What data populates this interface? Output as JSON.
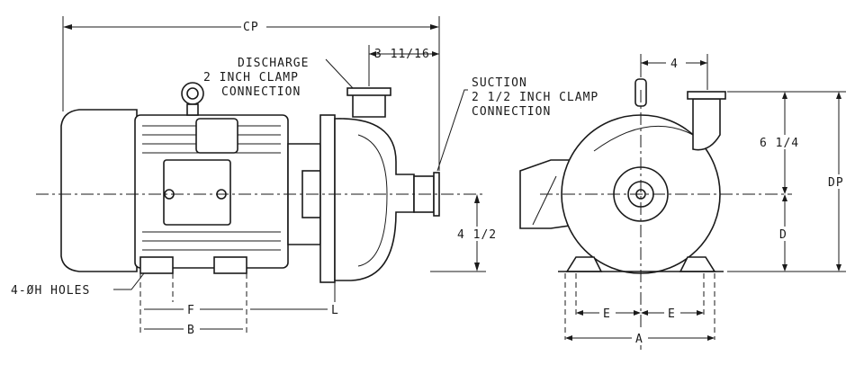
{
  "labels": {
    "cp": "CP",
    "discharge_line1": "DISCHARGE",
    "discharge_line2": "2 INCH CLAMP",
    "discharge_line3": "CONNECTION",
    "dim_3_11_16": "3 11/16",
    "suction_line1": "SUCTION",
    "suction_line2": "2 1/2 INCH CLAMP",
    "suction_line3": "CONNECTION",
    "dim_4_top": "4",
    "dim_6_1_4": "6 1/4",
    "dp": "DP",
    "dim_4_1_2": "4 1/2",
    "d": "D",
    "holes": "4-ØH HOLES",
    "f": "F",
    "b": "B",
    "l": "L",
    "e_left": "E",
    "e_right": "E",
    "a": "A"
  },
  "colors": {
    "line": "#1a1a1a",
    "background": "#ffffff"
  }
}
